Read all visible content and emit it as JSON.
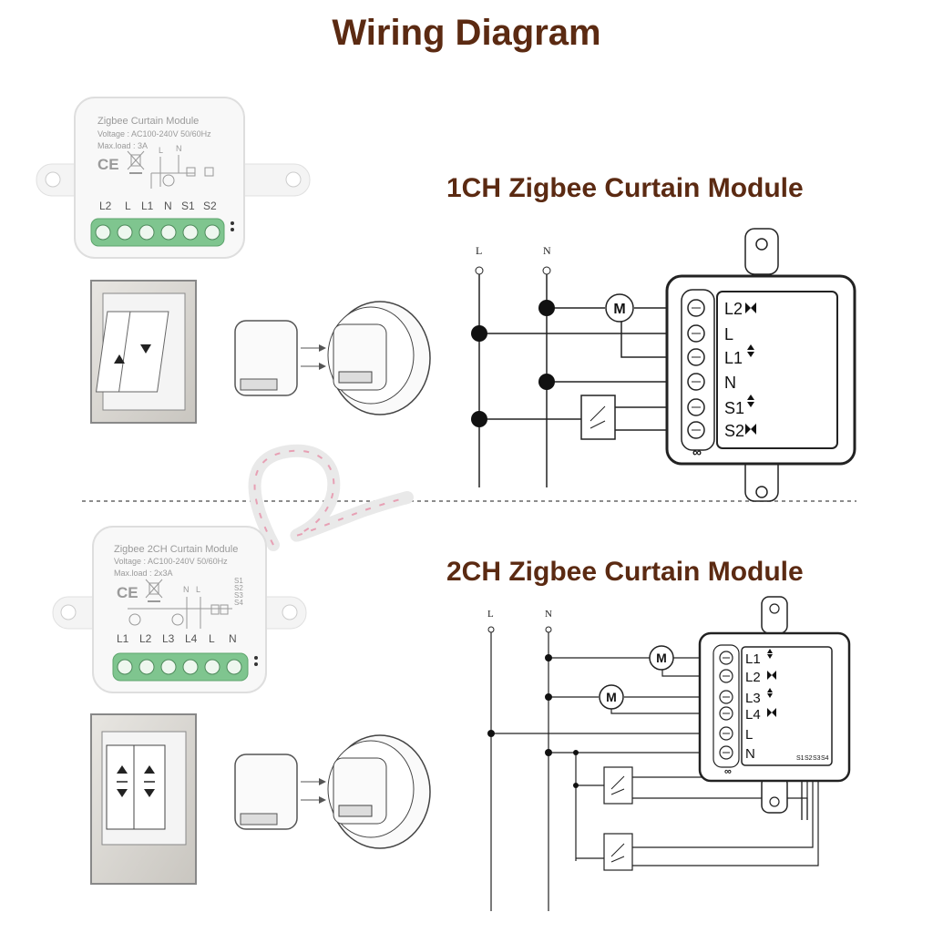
{
  "title": "Wiring Diagram",
  "sections": [
    {
      "heading": "1CH Zigbee Curtain Module",
      "module": {
        "name": "Zigbee Curtain Module",
        "voltage": "Voltage : AC100-240V 50/60Hz",
        "max_load": "Max.load : 3A",
        "top_labels": [
          "L",
          "N"
        ],
        "terminals": [
          "L2",
          "L",
          "L1",
          "N",
          "S1",
          "S2"
        ]
      },
      "diagram": {
        "line_labels": [
          "L",
          "N"
        ],
        "motor": "M",
        "terminals": [
          "L2",
          "L",
          "L1",
          "N",
          "S1",
          "S2"
        ]
      }
    },
    {
      "heading": "2CH Zigbee Curtain Module",
      "module": {
        "name": "Zigbee 2CH Curtain Module",
        "voltage": "Voltage : AC100-240V 50/60Hz",
        "max_load": "Max.load : 2x3A",
        "top_labels": [
          "N",
          "L"
        ],
        "side_labels": [
          "S1",
          "S2",
          "S3",
          "S4"
        ],
        "terminals": [
          "L1",
          "L2",
          "L3",
          "L4",
          "L",
          "N"
        ]
      },
      "diagram": {
        "line_labels": [
          "L",
          "N"
        ],
        "motors": [
          "M",
          "M"
        ],
        "terminals": [
          "L1",
          "L2",
          "L3",
          "L4",
          "L",
          "N"
        ],
        "switch_labels": [
          "S1",
          "S2",
          "S3",
          "S4"
        ]
      }
    }
  ]
}
